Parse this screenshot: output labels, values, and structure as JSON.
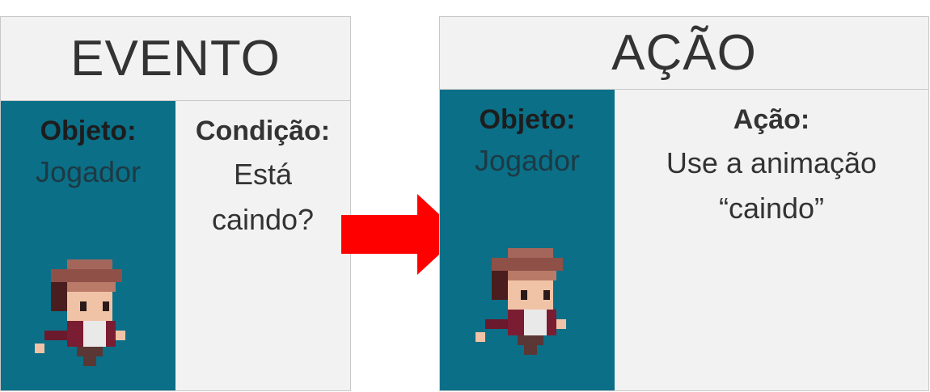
{
  "evento": {
    "title": "EVENTO",
    "object_heading": "Objeto:",
    "object_value": "Jogador",
    "condition_heading": "Condição:",
    "condition_value": "Está\ncaindo?"
  },
  "acao": {
    "title": "AÇÃO",
    "object_heading": "Objeto:",
    "object_value": "Jogador",
    "action_heading": "Ação:",
    "action_value": "Use a animação\n“caindo”"
  },
  "colors": {
    "object_column": "#0b6f87",
    "panel_background": "#f2f2f2",
    "arrow": "#ff0000"
  },
  "icons": {
    "character": "player-character-sprite-icon",
    "arrow": "arrow-right-icon"
  }
}
